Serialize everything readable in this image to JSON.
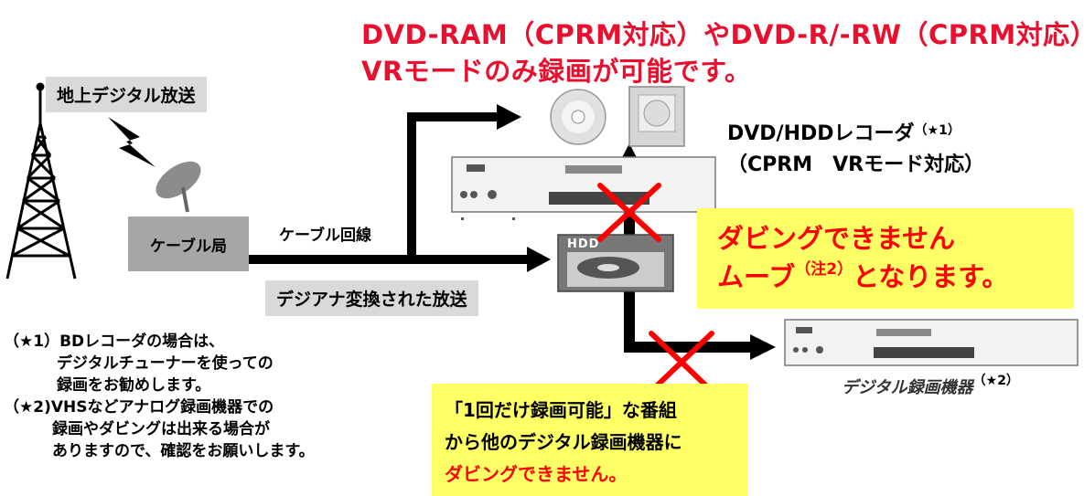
{
  "top_note": {
    "line1": "DVD-RAM（CPRM対応）やDVD-R/-RW（CPRM対応）で",
    "line2": "VRモードのみ録画が可能です。"
  },
  "terrestrial_label": "地上デジタル放送",
  "cable_station_label": "ケーブル局",
  "cable_line_label": "ケーブル回線",
  "converted_label": "デジアナ変換された放送",
  "hdd_label": "HDD",
  "dvd_recorder": {
    "name": "DVD/HDDレコーダ",
    "mark": "（★1）",
    "mode": "（CPRM　VRモード対応）"
  },
  "warning_move": {
    "line1": "ダビングできません",
    "line2_main": "ムーブ",
    "line2_note": "（注2）",
    "line2_end": "となります。"
  },
  "digital_recorder": {
    "name": "デジタル録画機器",
    "mark": "（★2）"
  },
  "warning_copy_once": {
    "line1": "「1回だけ録画可能」な番組",
    "line2": "から他のデジタル録画機器に",
    "line3": "ダビングできません。"
  },
  "notes": {
    "note1_line1": "（★1）BDレコーダの場合は、",
    "note1_line2": "デジタルチューナーを使っての",
    "note1_line3": "録画をお勧めします。",
    "note2_line1": "（★2)VHSなどアナログ録画機器での",
    "note2_line2": "録画やダビングは出来る場合が",
    "note2_line3": "ありますので、確認をお願いします。"
  },
  "colors": {
    "red": "#e8102e",
    "cross": "#ff0000",
    "yellow": "#ffff66",
    "gray_tag": "#d9d9d9",
    "cable_box": "#a6a6a6"
  }
}
